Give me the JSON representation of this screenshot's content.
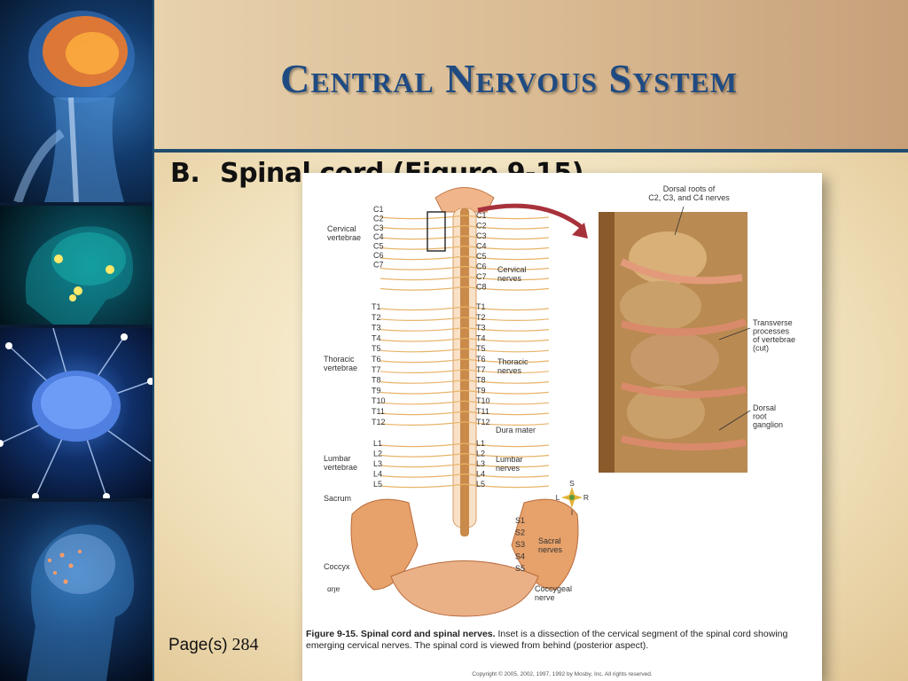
{
  "slide": {
    "title": "Central Nervous System",
    "bullet_letter": "B.",
    "bullet_text": "Spinal cord (Figure 9-15)",
    "pages_label": "Page(s)",
    "pages_number": "284"
  },
  "figure": {
    "cervical_vertebrae_label": "Cervical\nvertebrae",
    "thoracic_vertebrae_label": "Thoracic\nvertebrae",
    "lumbar_vertebrae_label": "Lumbar\nvertebrae",
    "sacrum_label": "Sacrum",
    "coccyx_label": "Coccyx",
    "cervical_nerves_label": "Cervical\nnerves",
    "thoracic_nerves_label": "Thoracic\nnerves",
    "lumbar_nerves_label": "Lumbar\nnerves",
    "sacral_nerves_label": "Sacral\nnerves",
    "coccygeal_nerve_label": "Coccygeal\nnerve",
    "dura_mater_label": "Dura mater",
    "dorsal_roots_label": "Dorsal roots of\nC2, C3, and C4 nerves",
    "transverse_label": "Transverse\nprocesses\nof vertebrae\n(cut)",
    "dorsal_ganglion_label": "Dorsal\nroot\nganglion",
    "left_cervical": [
      "C1",
      "C2",
      "C3",
      "C4",
      "C5",
      "C6",
      "C7"
    ],
    "right_cervical": [
      "C1",
      "C2",
      "C3",
      "C4",
      "C5",
      "C6",
      "C7",
      "C8"
    ],
    "thoracic": [
      "T1",
      "T2",
      "T3",
      "T4",
      "T5",
      "T6",
      "T7",
      "T8",
      "T9",
      "T10",
      "T11",
      "T12"
    ],
    "lumbar": [
      "L1",
      "L2",
      "L3",
      "L4",
      "L5"
    ],
    "sacral": [
      "S1",
      "S2",
      "S3",
      "S4",
      "S5"
    ],
    "compass": {
      "s": "S",
      "l": "L",
      "r": "R",
      "i": "I"
    },
    "artist_mark": "ɑŋɐ",
    "caption_bold": "Figure 9-15. Spinal cord and spinal nerves.",
    "caption_text": " Inset is a dissection of the cervical segment of the spinal cord showing emerging cervical  nerves. The spinal cord is viewed from behind (posterior aspect).",
    "copyright": "Copyright © 2005, 2002, 1997, 1992 by Mosby, Inc. All rights reserved."
  },
  "colors": {
    "title": "#1f4b82",
    "rule": "#1f4d6f",
    "nerve": "#e8b46a",
    "bone": "#e7a16a",
    "arrow": "#a8323c"
  }
}
